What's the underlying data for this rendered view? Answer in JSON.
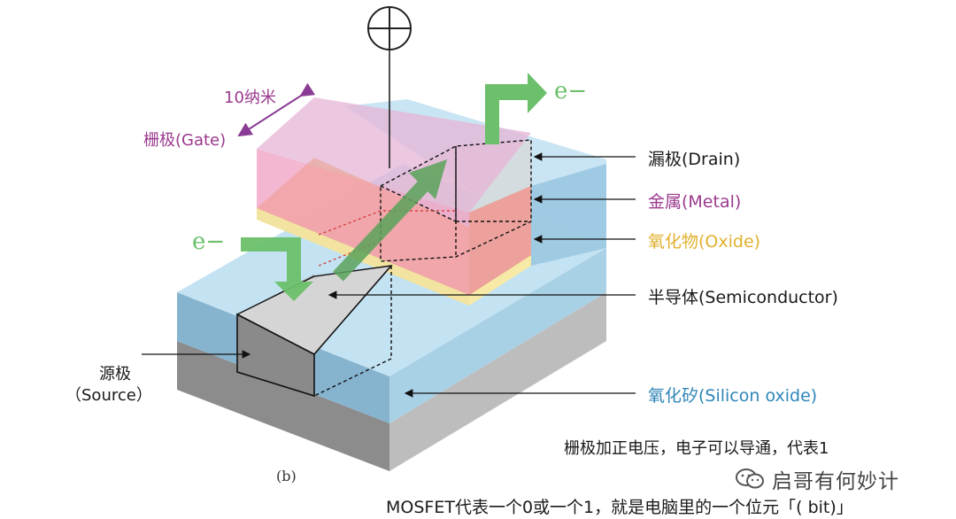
{
  "labels": {
    "dimension": "10纳米",
    "gate": "栅极(Gate)",
    "drain": "漏极(Drain)",
    "metal": "金属(Metal)",
    "oxide": "氧化物(Oxide)",
    "semiconductor": "半导体(Semiconductor)",
    "source_line1": "源极",
    "source_line2": "（Source）",
    "silicon_oxide": "氧化矽(Silicon oxide)",
    "electron_in": "e−",
    "electron_out": "e−",
    "panel_label": "(b)"
  },
  "captions": {
    "line1": "栅极加正电压，电子可以导通，代表1",
    "line2": "MOSFET代表一个0或一个1，就是电脑里的一个位元「( bit)」"
  },
  "watermark": "启哥有何妙计",
  "colors": {
    "magenta_label": "#9b3a8e",
    "oxide_label": "#e0b02e",
    "silicon_label": "#2f86b8",
    "electron": "#6cc06c"
  }
}
